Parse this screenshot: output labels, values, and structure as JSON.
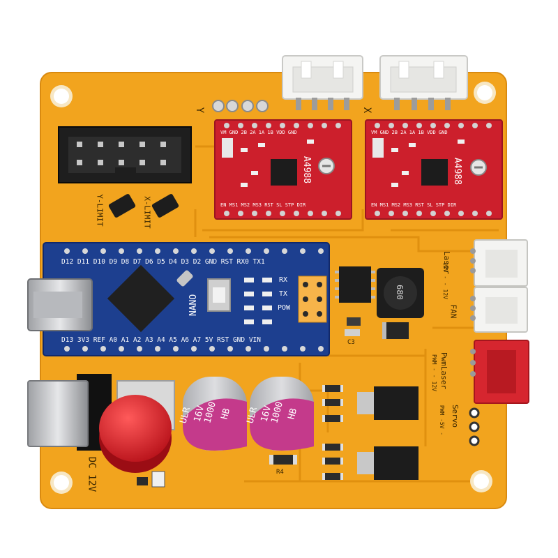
{
  "board": {
    "label_y": "Y",
    "label_x": "X",
    "y_limit": "Y-LIMIT",
    "x_limit": "X-LIMIT",
    "dc_label": "DC 12V",
    "laser": "Laser",
    "laser_voltage": "12V - - 12V",
    "fan": "FAN",
    "pwm_laser": "PwmLaser",
    "pwm_laser_voltage": "PWM - - 12V",
    "servo": "Servo",
    "servo_voltage": "PWM -5V -",
    "c3": "C3",
    "r4": "R4"
  },
  "nano": {
    "name": "NANO",
    "pins_top": "D12 D11 D10 D9 D8 D7 D6 D5 D4 D3 D2 GND RST RX0 TX1",
    "pins_bottom": "D13 3V3 REF A0 A1 A2 A3 A4 A5 A6 A7 5V RST GND VIN",
    "led_rx": "RX",
    "led_tx": "TX",
    "led_pow": "POW"
  },
  "drivers": {
    "chip": "A4988",
    "pins_bottom": "EN MS1 MS2 MS3 RST SL STP DIR",
    "pins_top": "VM GND 2B 2A 1A 1B VDD GND"
  },
  "capacitors": {
    "brand": "ULR",
    "voltage": "16V",
    "capacitance": "1000",
    "series": "HB"
  },
  "inductor": {
    "code": "680"
  },
  "colors": {
    "pcb": "#f2a41e",
    "driver": "#cc1f2c",
    "nano": "#1d3f8f",
    "switch_cap": "#e8202a"
  }
}
